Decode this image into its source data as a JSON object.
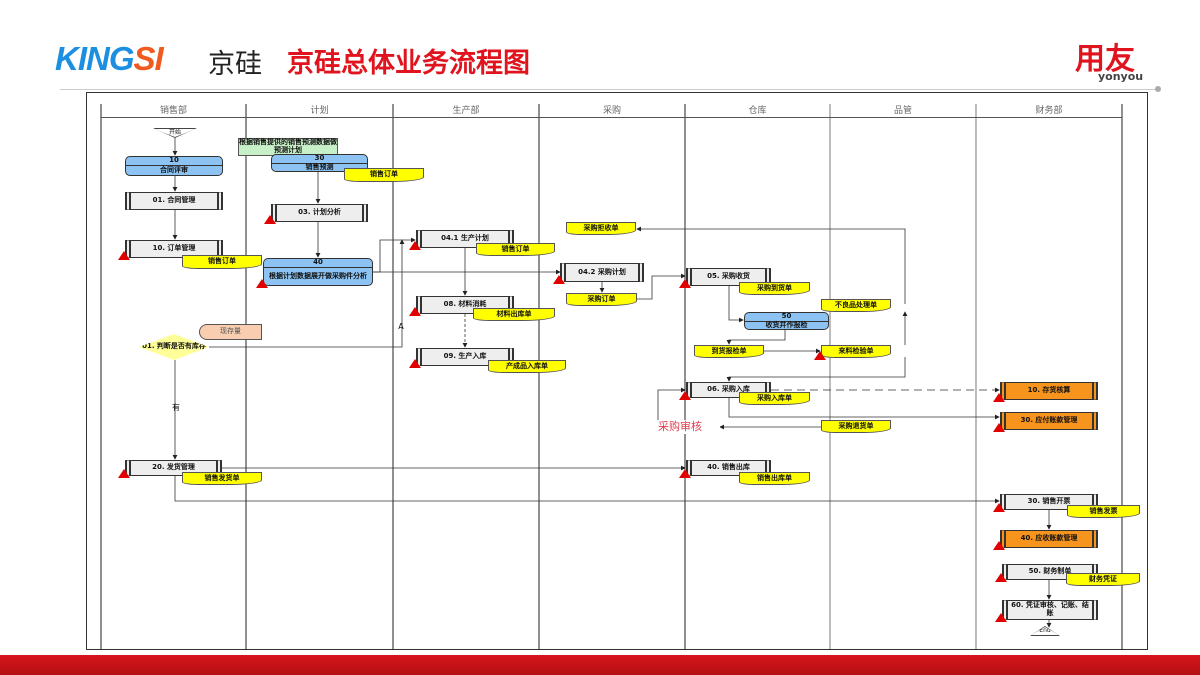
{
  "header": {
    "logo_latin_a": "KING",
    "logo_latin_b": "SI",
    "logo_cn": "京硅",
    "title": "京硅总体业务流程图",
    "brand_cn": "用友",
    "brand_en": "yonyou"
  },
  "lanes": [
    "销售部",
    "计划",
    "生产部",
    "采购",
    "仓库",
    "品管",
    "财务部"
  ],
  "nodes": {
    "start": "开始",
    "n10_num": "10",
    "n10": "合同评审",
    "n01": "01. 合同管理",
    "n10o": "10. 订单管理",
    "y_so1": "销售订单",
    "note": "根据销售提供的销售预测数据做预测计划",
    "n30_num": "30",
    "n30": "销售预测",
    "y_so2": "销售订单",
    "n03": "03. 计划分析",
    "n40_num": "40",
    "n40": "根据计划数据展开做采购件分析",
    "n041": "04.1 生产计划",
    "y_so3": "销售订单",
    "n08": "08. 材料消耗",
    "y_mo": "材料出库单",
    "n09": "09. 生产入库",
    "y_fp": "产成品入库单",
    "stock": "现存量",
    "decide": "01. 判断是否有库存",
    "yes": "有",
    "a": "A",
    "y_rej": "采购拒收单",
    "n042": "04.2 采购计划",
    "y_po": "采购订单",
    "n05": "05. 采购收货",
    "y_arr": "采购到货单",
    "n50_num": "50",
    "n50": "收货并作报检",
    "y_bad": "不良品处理单",
    "y_insp": "到货报检单",
    "y_iqc": "来料检验单",
    "n06": "06. 采购入库",
    "y_pin": "采购入库单",
    "audit": "采购审核",
    "y_ret": "采购退货单",
    "f10": "10. 存货核算",
    "f30": "30. 应付账款管理",
    "n20": "20. 发货管理",
    "y_ship": "销售发货单",
    "n40s": "40. 销售出库",
    "y_sout": "销售出库单",
    "f30s": "30. 销售开票",
    "y_inv": "销售发票",
    "f40": "40. 应收账款管理",
    "f50": "50. 财务制单",
    "y_vou": "财务凭证",
    "f60": "60. 凭证审核、记账、结账",
    "end": "End"
  },
  "colors": {
    "brand_red": "#e0141e",
    "process_yellow": "#ffff00",
    "finance_orange": "#f7941d",
    "system_blue": "#8cc3f2"
  }
}
